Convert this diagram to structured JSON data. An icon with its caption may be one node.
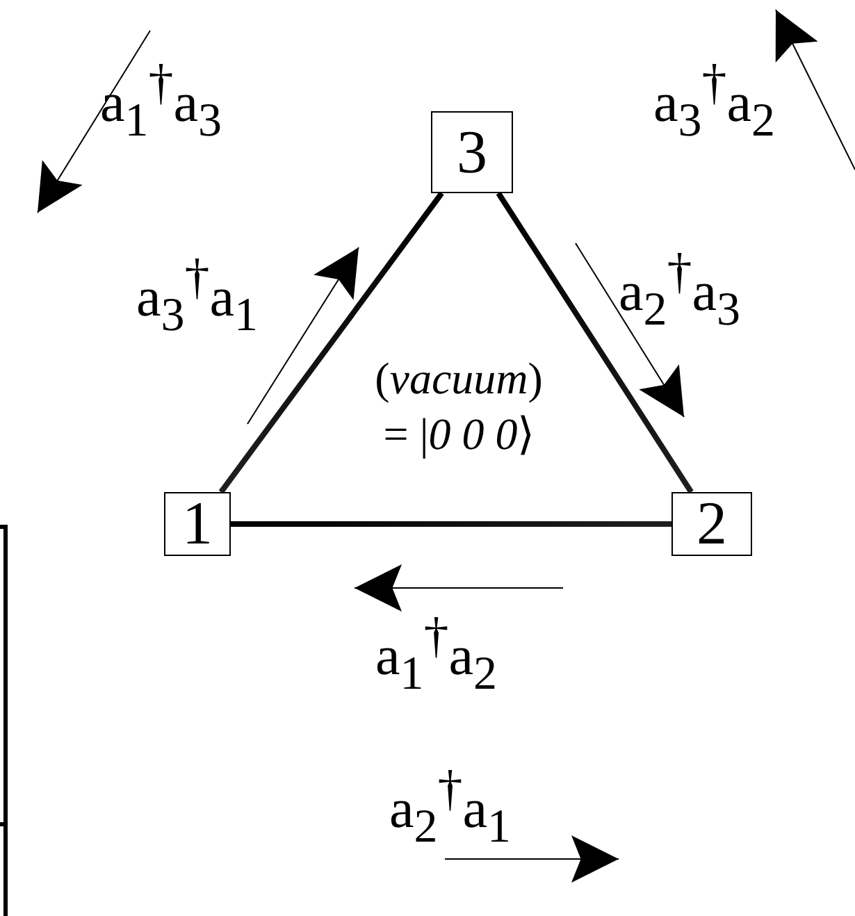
{
  "diagram": {
    "nodes": [
      {
        "text": [
          "3"
        ]
      },
      {
        "text": [
          "1"
        ]
      },
      {
        "text": [
          "2"
        ]
      }
    ],
    "edges": [
      {
        "from": 0,
        "to": 1,
        "arrow": "none"
      },
      {
        "from": 0,
        "to": 2,
        "arrow": "none"
      },
      {
        "from": 1,
        "to": 2,
        "arrow": "none"
      }
    ],
    "labels": [
      "a$_{1}$$^{†}$a$_{3}$",
      "a$_{3}$$^{†}$a$_{2}$",
      "a$_{3}$$^{†}$a$_{1}$",
      "a$_{2}$$^{†}$a$_{3}$",
      "(*vacuum*) = |*0 0 0*⟩",
      "a$_{1}$$^{†}$a$_{2}$",
      "a$_{2}$$^{†}$a$_{1}$"
    ]
  }
}
